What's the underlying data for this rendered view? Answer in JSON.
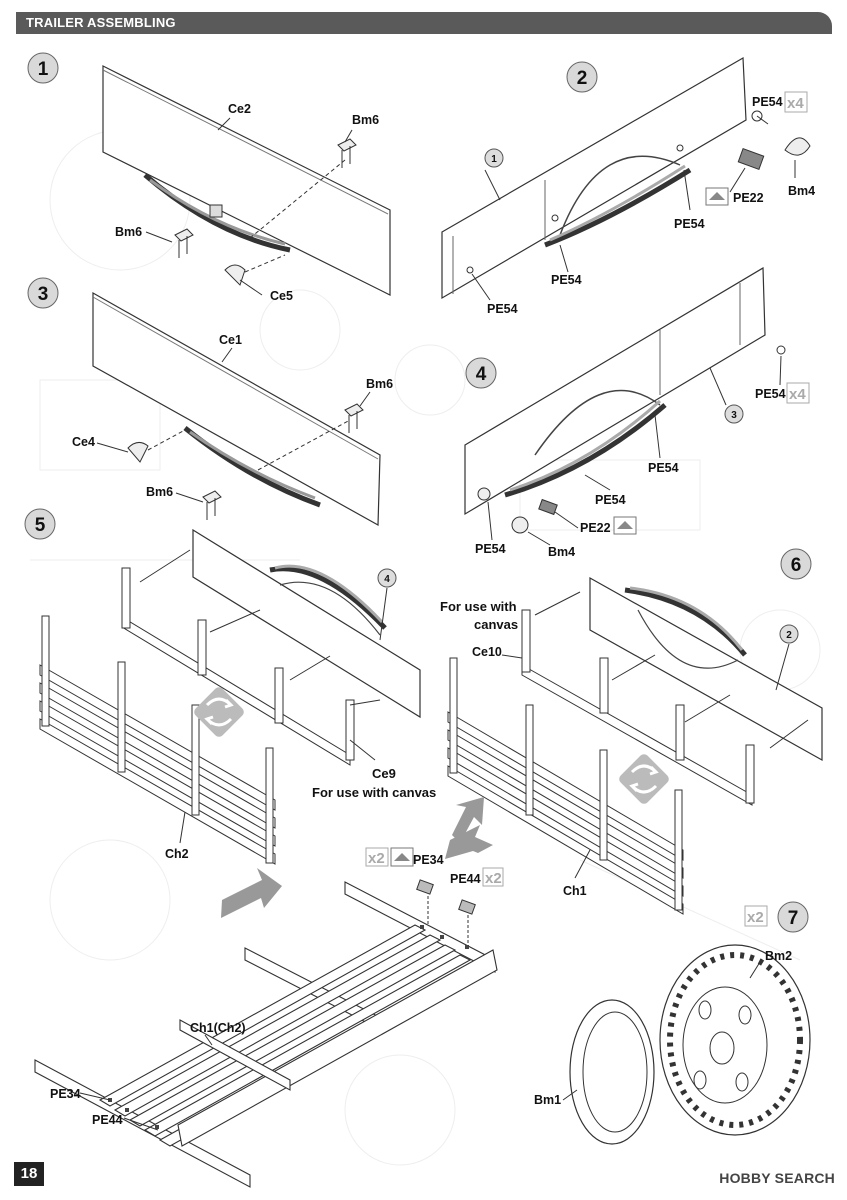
{
  "header": {
    "title": "TRAILER ASSEMBLING"
  },
  "page_number": "18",
  "watermark": "HOBBY SEARCH",
  "steps": [
    "1",
    "2",
    "3",
    "4",
    "5",
    "6",
    "7"
  ],
  "subassembly_refs": {
    "r1": "1",
    "r2": "2",
    "r3": "3",
    "r4": "4"
  },
  "labels": {
    "ce2": "Ce2",
    "bm6_a": "Bm6",
    "bm6_b": "Bm6",
    "ce5": "Ce5",
    "pe54_s2_x4": "PE54",
    "mult_s2": "x4",
    "pe22_s2": "PE22",
    "bm4_s2": "Bm4",
    "pe54_s2_a": "PE54",
    "pe54_s2_b": "PE54",
    "pe54_s2_c": "PE54",
    "ce1": "Ce1",
    "bm6_c": "Bm6",
    "ce4": "Ce4",
    "bm6_d": "Bm6",
    "pe54_s4_x4": "PE54",
    "mult_s4": "x4",
    "pe54_s4_a": "PE54",
    "pe54_s4_b": "PE54",
    "pe22_s4": "PE22",
    "pe54_s4_c": "PE54",
    "bm4_s4": "Bm4",
    "ce9": "Ce9",
    "canvas_s5": "For use with canvas",
    "ch2": "Ch2",
    "canvas_s6_l1": "For use with",
    "canvas_s6_l2": "canvas",
    "ce10": "Ce10",
    "ch1": "Ch1",
    "mult_pe34": "x2",
    "pe34_top": "PE34",
    "pe44_top": "PE44",
    "mult_pe44": "x2",
    "ch1ch2": "Ch1(Ch2)",
    "pe34_bot": "PE34",
    "pe44_bot": "PE44",
    "mult_s7": "x2",
    "bm2": "Bm2",
    "bm1": "Bm1"
  }
}
